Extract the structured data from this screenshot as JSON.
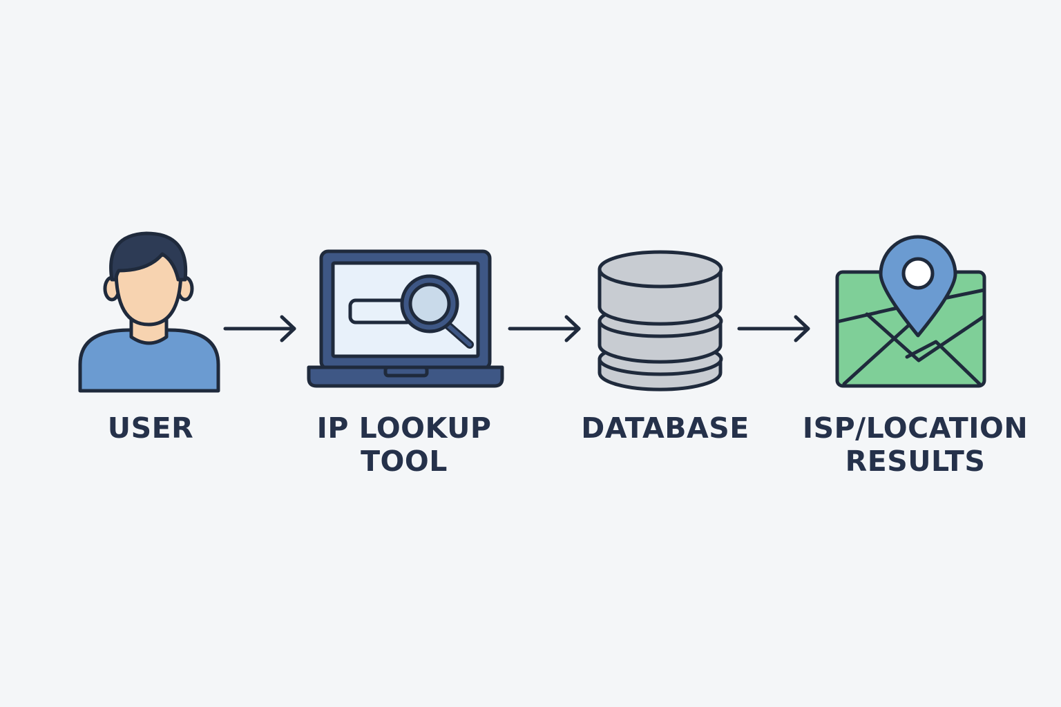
{
  "steps": [
    {
      "icon": "user-icon",
      "label_lines": [
        "USER"
      ]
    },
    {
      "icon": "laptop-search-icon",
      "label_lines": [
        "IP LOOKUP",
        "TOOL"
      ]
    },
    {
      "icon": "database-icon",
      "label_lines": [
        "DATABASE"
      ]
    },
    {
      "icon": "map-pin-icon",
      "label_lines": [
        "ISP/LOCATION",
        "RESULTS"
      ]
    }
  ],
  "colors": {
    "background": "#f4f6f8",
    "outline": "#1f2a3c",
    "text": "#25314a",
    "user_shirt": "#6b9bd1",
    "user_skin": "#f7d3b0",
    "user_hair": "#2d3b55",
    "laptop_frame": "#3e5785",
    "laptop_screen": "#e8f1fa",
    "search_lens": "#c9daea",
    "database_fill": "#c8ccd2",
    "map_fill": "#7fcf98",
    "pin_fill": "#6b9bd1"
  }
}
